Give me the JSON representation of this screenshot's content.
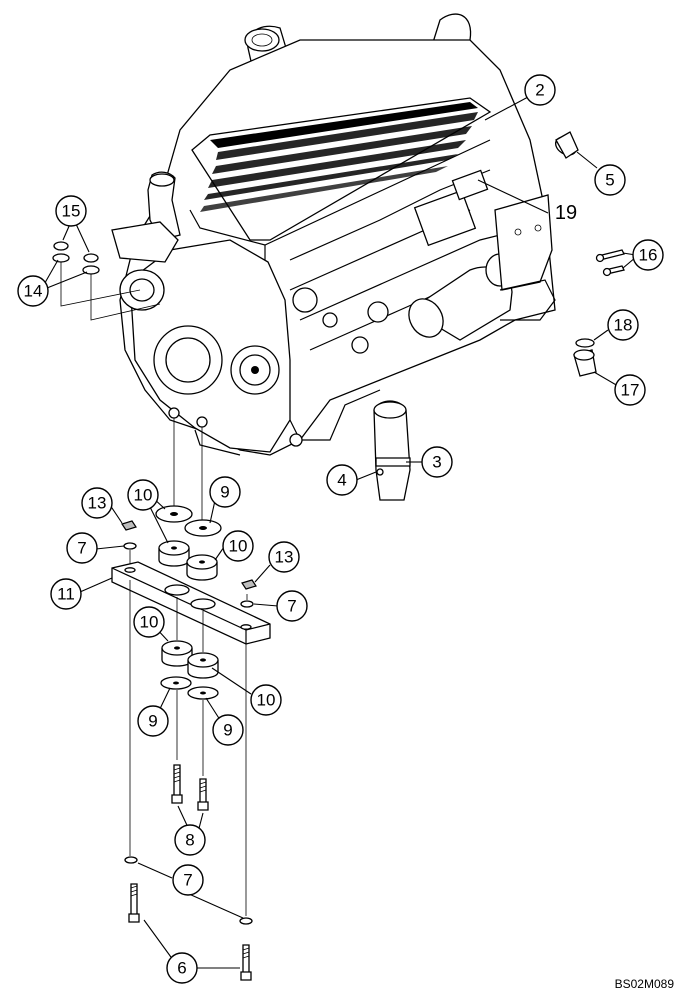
{
  "callouts": {
    "c2": "2",
    "c3": "3",
    "c4": "4",
    "c5": "5",
    "c6": "6",
    "c7a": "7",
    "c7b": "7",
    "c7c": "7",
    "c8": "8",
    "c9a": "9",
    "c9b": "9",
    "c9c": "9",
    "c10a": "10",
    "c10b": "10",
    "c10c": "10",
    "c10d": "10",
    "c11": "11",
    "c13a": "13",
    "c13b": "13",
    "c14": "14",
    "c15": "15",
    "c16": "16",
    "c17": "17",
    "c18": "18",
    "c19": "19"
  },
  "reference_code": "BS02M089"
}
